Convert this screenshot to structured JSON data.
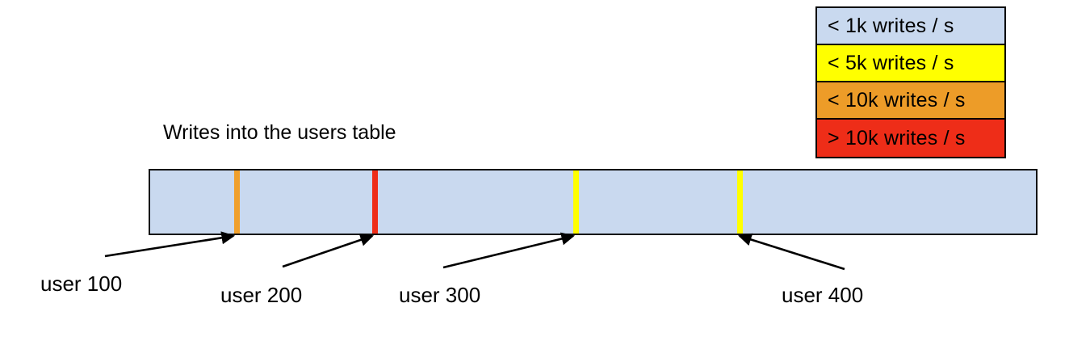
{
  "chart_data": {
    "type": "bar",
    "title": "Writes into the users table",
    "xlabel": "",
    "ylabel": "",
    "description": "Single horizontal range bar representing the users table keyspace, shaded light blue (< 1k writes / s) with narrow hot-spot stripes at four user boundaries.",
    "legend": {
      "position": "top-right",
      "entries": [
        {
          "label": "< 1k writes / s",
          "color": "#c9d9ef"
        },
        {
          "label": "< 5k writes / s",
          "color": "#ffff00"
        },
        {
          "label": "< 10k writes / s",
          "color": "#ed9c28"
        },
        {
          "label": "> 10k writes / s",
          "color": "#ee2d18"
        }
      ]
    },
    "bar": {
      "base_color": "#c9d9ef",
      "base_category": "< 1k writes / s",
      "border_color": "#111111"
    },
    "markers": [
      {
        "label": "user 100",
        "x_pct": 9.5,
        "color": "#f0a02c",
        "category": "< 10k writes / s"
      },
      {
        "label": "user 200",
        "x_pct": 25.1,
        "color": "#ee2d18",
        "category": "> 10k writes / s"
      },
      {
        "label": "user 300",
        "x_pct": 47.8,
        "color": "#ffff00",
        "category": "< 5k writes / s"
      },
      {
        "label": "user 400",
        "x_pct": 66.3,
        "color": "#ffff00",
        "category": "< 5k writes / s"
      }
    ]
  },
  "legend": {
    "rows": [
      {
        "label": "< 1k writes / s"
      },
      {
        "label": "< 5k writes / s"
      },
      {
        "label": "< 10k writes / s"
      },
      {
        "label": "> 10k writes / s"
      }
    ]
  },
  "title": {
    "text": "Writes into the users table"
  },
  "labels": [
    {
      "text": "user 100"
    },
    {
      "text": "user 200"
    },
    {
      "text": "user 300"
    },
    {
      "text": "user 400"
    }
  ]
}
